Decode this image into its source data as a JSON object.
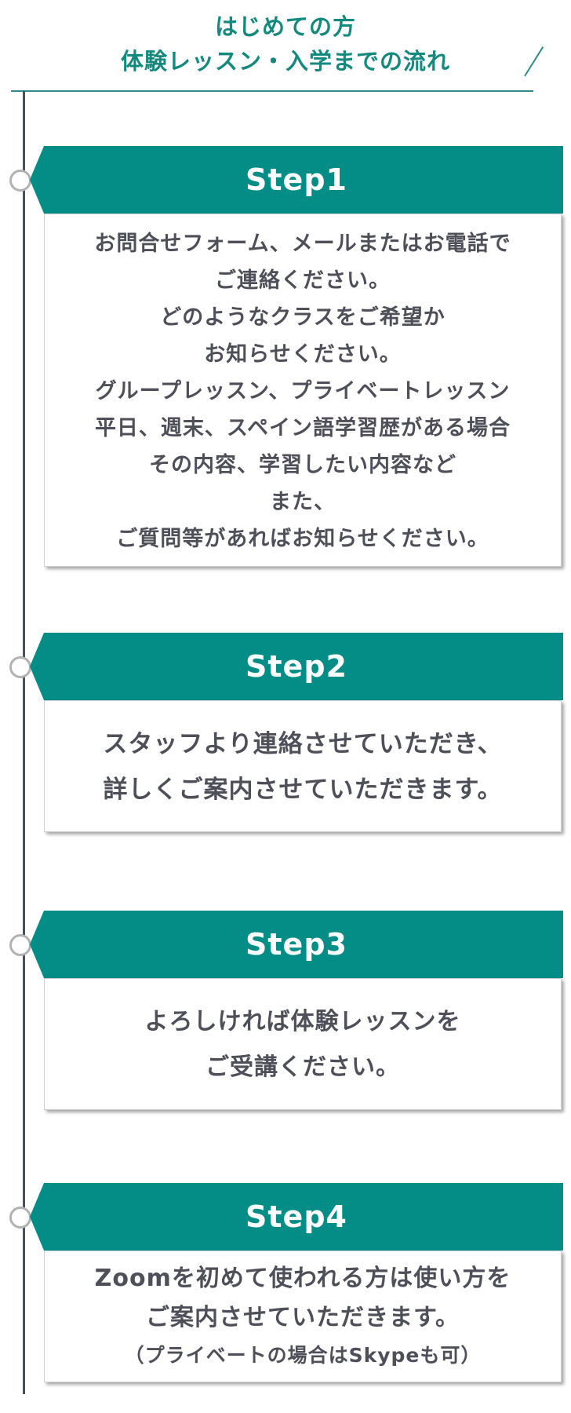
{
  "header": {
    "title_line1": "はじめての方",
    "title_line2": "体験レッスン・入学までの流れ"
  },
  "steps": [
    {
      "label": "Step1",
      "lines": [
        "お問合せフォーム、メールまたはお電話で",
        "ご連絡ください。",
        "どのようなクラスをご希望か",
        "お知らせください。",
        "グループレッスン、プライベートレッスン",
        "平日、週末、スペイン語学習歴がある場合",
        "その内容、学習したい内容など",
        "また、",
        "ご質問等があればお知らせください。"
      ]
    },
    {
      "label": "Step2",
      "lines": [
        "スタッフより連絡させていただき、",
        "詳しくご案内させていただきます。"
      ]
    },
    {
      "label": "Step3",
      "lines": [
        "よろしければ体験レッスンを",
        "ご受講ください。"
      ]
    },
    {
      "label": "Step4",
      "lines": [
        "Zoomを初めて使われる方は使い方を",
        "ご案内させていただきます。",
        "（プライベートの場合はSkypeも可）"
      ]
    }
  ],
  "colors": {
    "accent": "#048c86",
    "title_text": "#14897d",
    "body_text": "#4f4f5a",
    "timeline": "#4b4f5a",
    "node_ring": "#b2b2b2"
  }
}
